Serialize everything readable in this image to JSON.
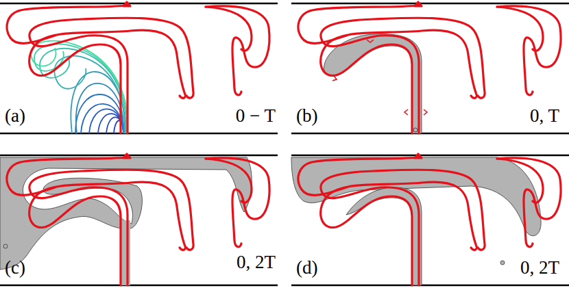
{
  "diagram": {
    "labels": [
      "(a)",
      "0 − T",
      "(b)",
      "0, T",
      "(c)",
      "0, 2T",
      "(d)",
      "0, 2T"
    ]
  }
}
